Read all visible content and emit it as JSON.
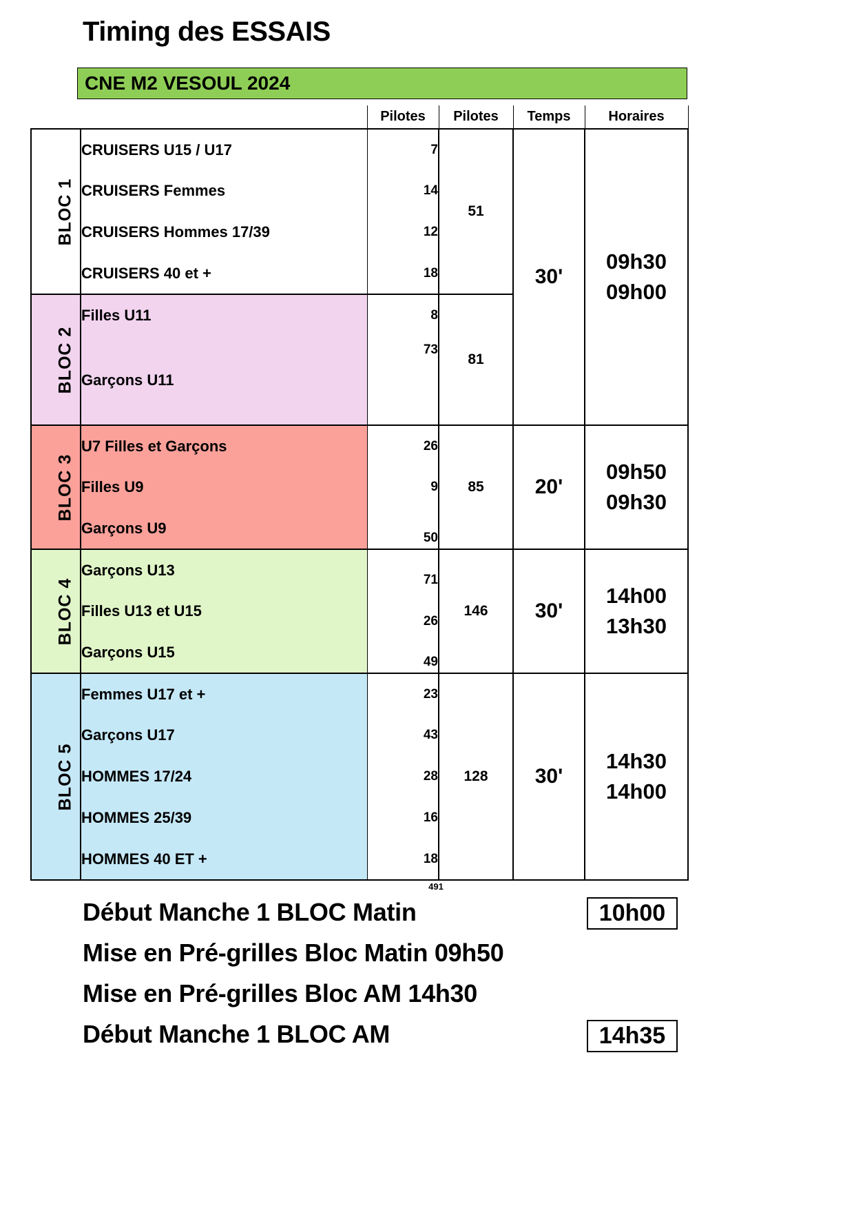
{
  "title": "Timing des ESSAIS",
  "banner": {
    "text": "CNE M2 VESOUL 2024",
    "color": "#8fce56"
  },
  "table": {
    "headers": {
      "bloc": "",
      "category": "",
      "pilotes": "Pilotes",
      "pilotes_total": "Pilotes",
      "temps": "Temps",
      "horaires": "Horaires"
    },
    "blocs": [
      {
        "label": "BLOC 1",
        "color": "#ffffff",
        "rows": [
          {
            "category": "CRUISERS U15 / U17",
            "pilotes": "7"
          },
          {
            "category": "CRUISERS Femmes",
            "pilotes": "14"
          },
          {
            "category": "CRUISERS Hommes 17/39",
            "pilotes": "12"
          },
          {
            "category": "CRUISERS 40 et +",
            "pilotes": "18"
          }
        ],
        "total": "51",
        "temps": "30'",
        "horaire_debut": "09h00",
        "horaire_fin": ""
      },
      {
        "label": "BLOC 2",
        "color": "#f2d4ef",
        "rows": [
          {
            "category": "Filles U11",
            "pilotes": "8"
          },
          {
            "category": "Garçons U11",
            "pilotes": "73"
          }
        ],
        "total": "81",
        "temps": "",
        "horaire_debut": "",
        "horaire_fin": "09h30"
      },
      {
        "label": "BLOC 3",
        "color": "#fba19a",
        "rows": [
          {
            "category": "U7 Filles et Garçons",
            "pilotes": "26"
          },
          {
            "category": "Filles U9",
            "pilotes": "9"
          },
          {
            "category": "Garçons U9",
            "pilotes": "50"
          }
        ],
        "total": "85",
        "temps": "20'",
        "horaire_debut": "09h30",
        "horaire_fin": "09h50"
      },
      {
        "label": "BLOC 4",
        "color": "#e0f5c8",
        "rows": [
          {
            "category": "Garçons U13",
            "pilotes": "71"
          },
          {
            "category": "Filles U13 et U15",
            "pilotes": "26"
          },
          {
            "category": "Garçons U15",
            "pilotes": "49"
          }
        ],
        "total": "146",
        "temps": "30'",
        "horaire_debut": "13h30",
        "horaire_fin": "14h00"
      },
      {
        "label": "BLOC 5",
        "color": "#c5e8f7",
        "rows": [
          {
            "category": "Femmes U17 et +",
            "pilotes": "23"
          },
          {
            "category": "Garçons U17",
            "pilotes": "43"
          },
          {
            "category": "HOMMES 17/24",
            "pilotes": "28"
          },
          {
            "category": "HOMMES 25/39",
            "pilotes": "16"
          },
          {
            "category": "HOMMES 40 ET +",
            "pilotes": "18"
          }
        ],
        "total": "128",
        "temps": "30'",
        "horaire_debut": "14h00",
        "horaire_fin": "14h30"
      }
    ],
    "grand_total": "491"
  },
  "footer": {
    "lines": [
      {
        "text": "Début Manche 1 BLOC Matin",
        "boxed_time": "10h00"
      },
      {
        "text": "Mise en Pré-grilles Bloc Matin 09h50",
        "boxed_time": ""
      },
      {
        "text": "Mise en Pré-grilles Bloc AM 14h30",
        "boxed_time": ""
      },
      {
        "text": "Début Manche 1 BLOC AM",
        "boxed_time": "14h35"
      }
    ]
  }
}
